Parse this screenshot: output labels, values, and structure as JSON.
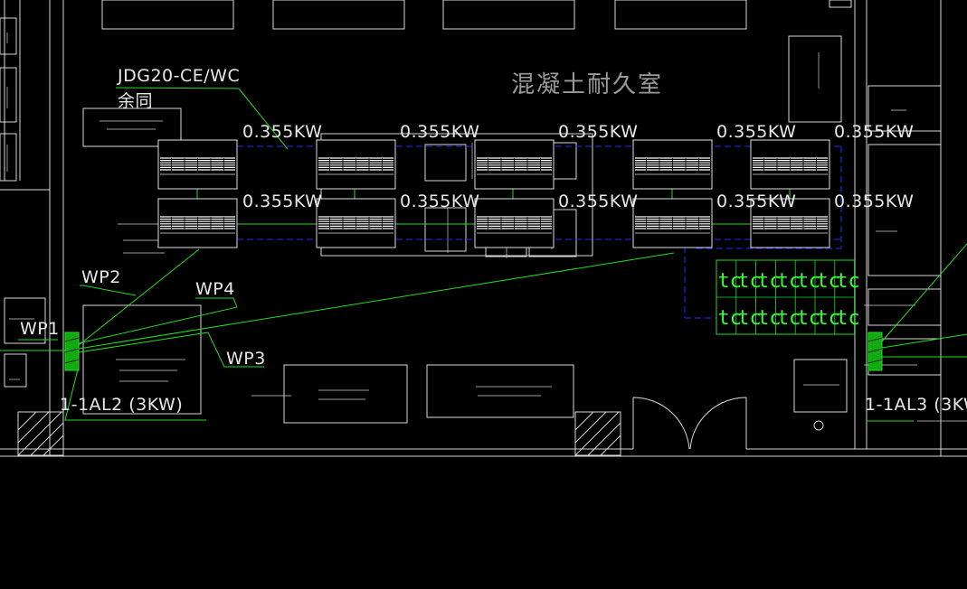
{
  "room_label": "混凝土耐久室",
  "conduit_spec": "JDG20-CE/WC",
  "conduit_note": "余同",
  "unit_power": "0.355KW",
  "circuits": {
    "wp1": "WP1",
    "wp2": "WP2",
    "wp3": "WP3",
    "wp4": "WP4"
  },
  "panels": {
    "left": "1-1AL2 (3KW)",
    "right": "1-1AL3 (3KW"
  },
  "socket_glyph": "tc",
  "socket_grid": {
    "rows": 2,
    "cols": 7
  },
  "units": [
    {
      "col": 0,
      "row": 0
    },
    {
      "col": 1,
      "row": 0
    },
    {
      "col": 2,
      "row": 0
    },
    {
      "col": 3,
      "row": 0
    },
    {
      "col": 4,
      "row": 0
    },
    {
      "col": 0,
      "row": 1
    },
    {
      "col": 1,
      "row": 1
    },
    {
      "col": 2,
      "row": 1
    },
    {
      "col": 3,
      "row": 1
    },
    {
      "col": 4,
      "row": 1
    }
  ],
  "colors": {
    "wire": "#22dd22",
    "linework": "#d9d9d9",
    "hidden_line": "#2a2aff",
    "panel_fill": "#11aa11"
  }
}
